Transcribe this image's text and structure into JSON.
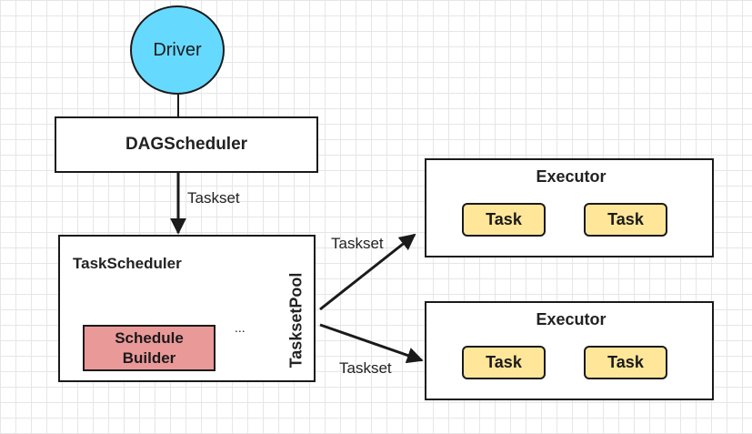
{
  "driver": {
    "label": "Driver"
  },
  "dag_scheduler": {
    "label": "DAGScheduler"
  },
  "task_scheduler": {
    "title": "TaskScheduler",
    "schedule_builder": {
      "line1": "Schedule",
      "line2": "Builder"
    },
    "pool_label": "TasksetPool",
    "pool_ellipsis": "..."
  },
  "edges": {
    "dag_to_ts": "Taskset",
    "ts_to_exec1": "Taskset",
    "ts_to_exec2": "Taskset"
  },
  "executors": [
    {
      "title": "Executor",
      "tasks": [
        "Task",
        "Task"
      ]
    },
    {
      "title": "Executor",
      "tasks": [
        "Task",
        "Task"
      ]
    }
  ],
  "colors": {
    "driver_fill": "#66d9ff",
    "builder_fill": "#ea9999",
    "task_fill": "#ffe699",
    "stroke": "#1a1a1a"
  }
}
